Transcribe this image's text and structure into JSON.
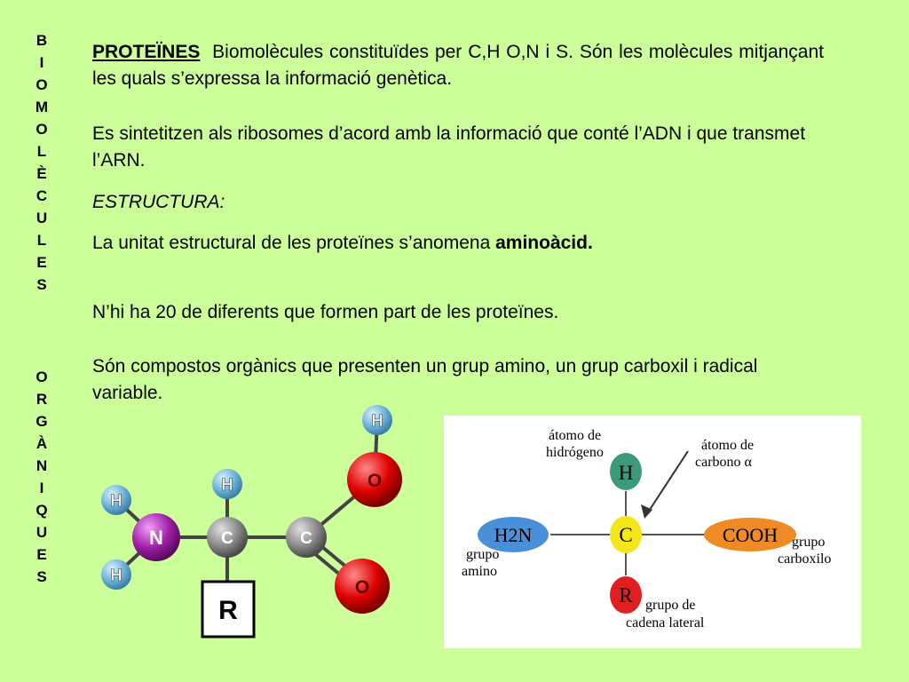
{
  "sidebar": {
    "top_letters": [
      "B",
      "I",
      "O",
      "M",
      "O",
      "L",
      "È",
      "C",
      "U",
      "L",
      "E",
      "S"
    ],
    "bottom_letters": [
      "O",
      "R",
      "G",
      "À",
      "N",
      "I",
      "Q",
      "U",
      "E",
      "S"
    ]
  },
  "content": {
    "title_word": "PROTEÏNES",
    "intro": "Biomolècules constituïdes per C,H O,N i S. Són les molècules mitjançant les quals s’expressa la informació genètica.",
    "para2": "Es sintetitzen als ribosomes d’acord amb la informació que conté l’ADN i que transmet l’ARN.",
    "structure_heading": "ESTRUCTURA:",
    "para3_prefix": "La unitat estructural de les proteïnes s’anomena ",
    "para3_bold": "aminoàcid.",
    "para4": "N’hi ha 20 de diferents que formen part de les proteïnes.",
    "para5": "Són compostos orgànics que presenten un grup amino, un grup carboxil i radical variable."
  },
  "molecule": {
    "atoms": {
      "h_left_top": "H",
      "h_left_bottom": "H",
      "n": "N",
      "c1": "C",
      "c2": "C",
      "h_alpha": "H",
      "o_top": "O",
      "o_bottom": "O",
      "h_top": "H",
      "r": "R"
    },
    "colors": {
      "nitrogen": "#a020a8",
      "carbon": "#8a8a8a",
      "hydrogen": "#6db3d8",
      "oxygen": "#dd0000"
    }
  },
  "schematic": {
    "nodes": {
      "h2n": "H2N",
      "c": "C",
      "h": "H",
      "cooh": "COOH",
      "r": "R"
    },
    "labels": {
      "hydrogen_atom": [
        "átomo de",
        "hidrógeno"
      ],
      "carbon_alpha": [
        "átomo de",
        "carbono α"
      ],
      "amino_group": [
        "grupo",
        "amino"
      ],
      "carboxyl_group": [
        "grupo",
        "carboxilo"
      ],
      "side_chain": [
        "grupo de",
        "cadena lateral"
      ]
    },
    "colors": {
      "h2n": "#4a90d9",
      "c": "#f5e61a",
      "h": "#3a9a7a",
      "cooh": "#f08a24",
      "r": "#e02020"
    }
  }
}
